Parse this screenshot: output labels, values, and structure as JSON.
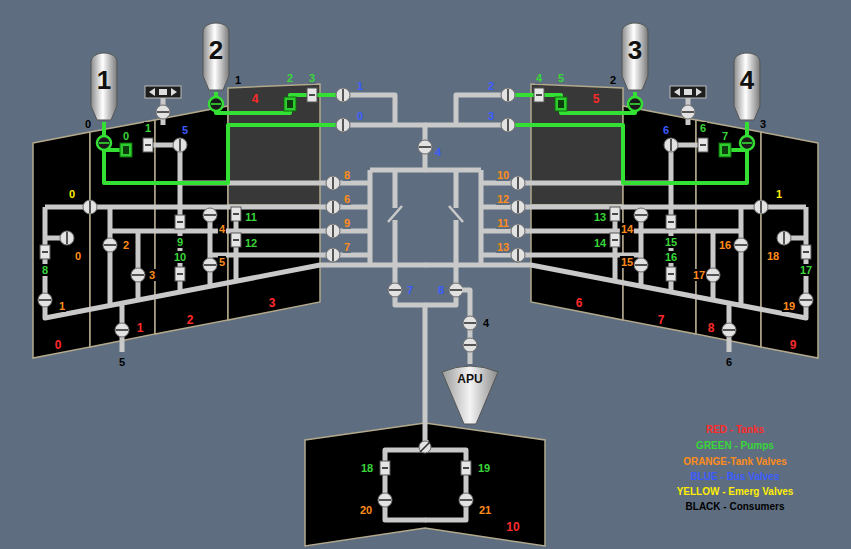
{
  "diagram": {
    "nodes": [
      {
        "text": [
          "1"
        ]
      },
      {
        "text": [
          "2"
        ]
      },
      {
        "text": [
          "3"
        ]
      },
      {
        "text": [
          "4"
        ]
      },
      {
        "text": [
          "0"
        ]
      },
      {
        "text": [
          "1"
        ]
      },
      {
        "text": [
          "2"
        ]
      },
      {
        "text": [
          "3"
        ]
      },
      {
        "text": [
          "4"
        ]
      },
      {
        "text": [
          "5"
        ]
      },
      {
        "text": [
          "6"
        ]
      },
      {
        "text": [
          "7"
        ]
      },
      {
        "text": [
          "8"
        ]
      },
      {
        "text": [
          "9"
        ]
      },
      {
        "text": [
          "APU"
        ]
      },
      {
        "text": [
          "10"
        ]
      }
    ],
    "labels": [
      "0",
      "1",
      "2",
      "3",
      "4",
      "5",
      "6",
      "7",
      "8",
      "9",
      "10",
      "11",
      "12",
      "13",
      "14",
      "15",
      "16",
      "17",
      "18",
      "19",
      "0",
      "1",
      "2",
      "3",
      "4",
      "5",
      "6",
      "7",
      "8",
      "9",
      "10",
      "11",
      "12",
      "13",
      "14",
      "15",
      "16",
      "17",
      "18",
      "19",
      "20",
      "21",
      "0",
      "1",
      "2",
      "3",
      "4",
      "5",
      "6",
      "7",
      "8",
      "0",
      "1",
      "0",
      "1",
      "2",
      "3",
      "4",
      "5",
      "6"
    ],
    "legend": [
      {
        "text": "RED - Tanks",
        "color": "#ff2a2a"
      },
      {
        "text": "GREEN - Pumps",
        "color": "#39d639"
      },
      {
        "text": "ORANGE-Tank Valves",
        "color": "#ff8c1a"
      },
      {
        "text": "BLUE - Bus Valves",
        "color": "#3a5cff"
      },
      {
        "text": "YELLOW - Emerg Valves",
        "color": "#ffee00"
      },
      {
        "text": "BLACK - Consumers",
        "color": "#000000"
      }
    ]
  }
}
